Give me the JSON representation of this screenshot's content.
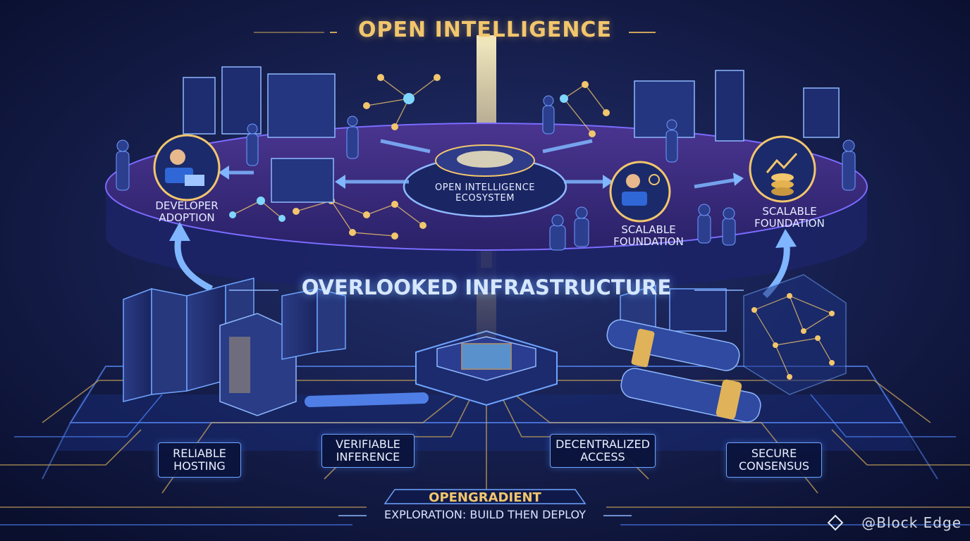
{
  "title": "OPEN INTELLIGENCE",
  "infrastructure_title": "OVERLOOKED INFRASTRUCTURE",
  "ecosystem": {
    "center": "OPEN INTELLIGENCE ECOSYSTEM",
    "developer_adoption": "DEVELOPER ADOPTION",
    "scalable_foundation_center": "SCALABLE FOUNDATION",
    "scalable_foundation_right": "SCALABLE FOUNDATION"
  },
  "pillars": {
    "reliable_hosting": "RELIABLE HOSTING",
    "verifiable_inference": "VERIFIABLE INFERENCE",
    "decentralized_access": "DECENTRALIZED ACCESS",
    "secure_consensus": "SECURE CONSENSUS"
  },
  "footer": {
    "brand": "OPENGRADIENT",
    "tagline": "EXPLORATION: BUILD THEN DEPLOY"
  },
  "watermark": "@Block Edge",
  "colors": {
    "background": "#0b1133",
    "gold": "#f2c66d",
    "glow_blue": "#6fa4ff",
    "platform_purple": "#3b2a7a"
  }
}
